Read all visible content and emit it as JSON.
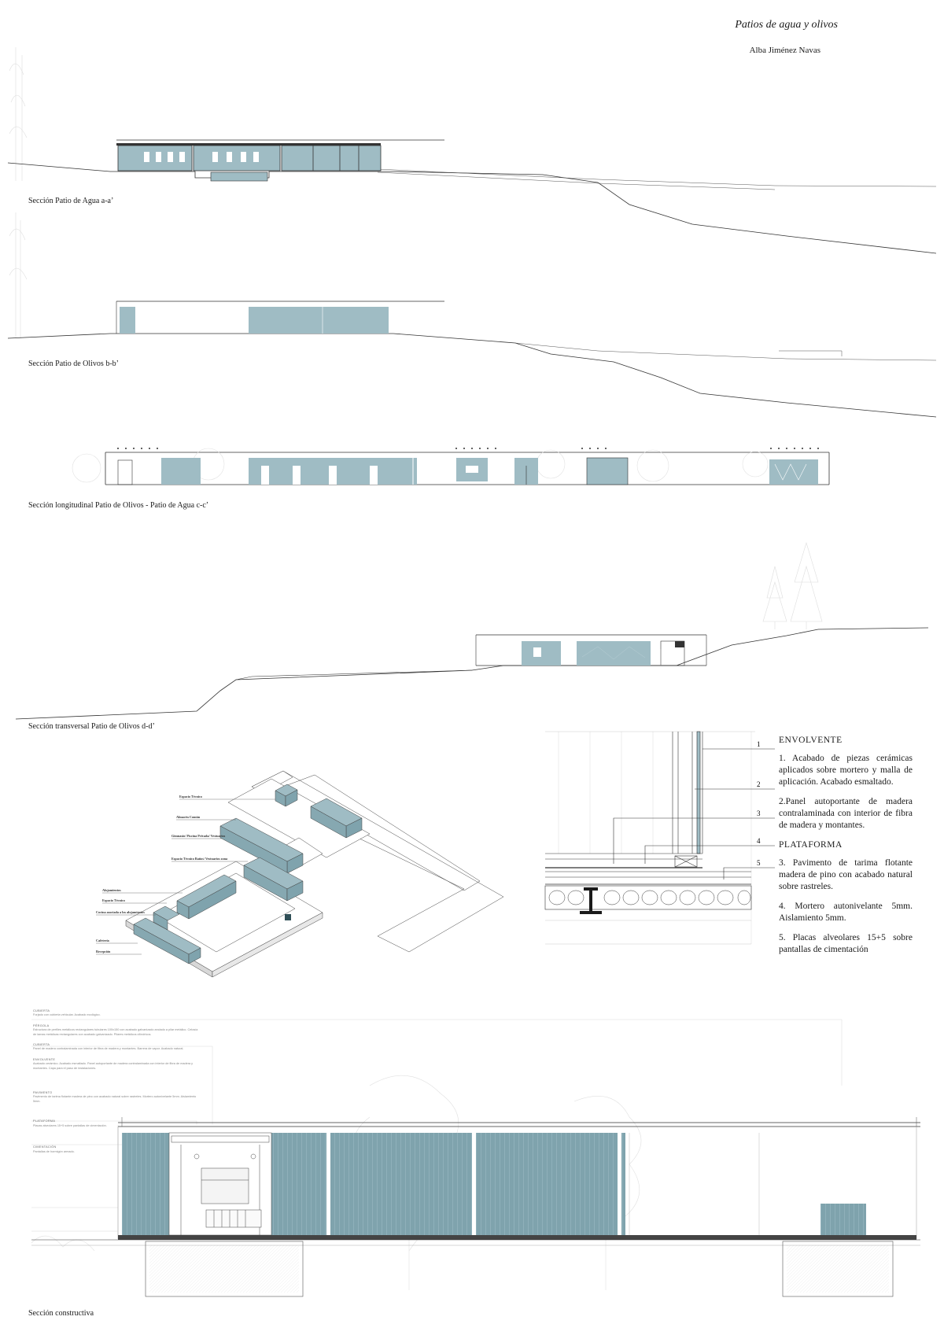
{
  "header": {
    "title": "Patios de agua y olivos",
    "author": "Alba Jiménez Navas"
  },
  "sections": [
    {
      "label": "Sección Patio de Agua a-a’"
    },
    {
      "label": "Sección Patio de Olivos b-b’"
    },
    {
      "label": "Sección longitudinal Patio de Olivos - Patio de Agua c-c’"
    },
    {
      "label": "Sección transversal Patio de Olivos d-d’"
    },
    {
      "label": "Sección constructiva"
    }
  ],
  "detail": {
    "numbers": [
      "1",
      "2",
      "3",
      "4",
      "5"
    ],
    "legend": {
      "envolvente_title": "ENVOLVENTE",
      "item1": "1. Acabado de piezas cerámicas aplicados sobre mortero y malla de aplicación. Acabado esmaltado.",
      "item2": "2.Panel autoportante de madera contralaminada con interior de fibra de madera y montantes.",
      "plataforma_title": "PLATAFORMA",
      "item3": "3. Pavimento de tarima flotante madera de pino con acabado natural sobre rastreles.",
      "item4": "4. Mortero autonivelante 5mm. Aislamiento 5mm.",
      "item5": "5. Placas alveolares 15+5 sobre pantallas de cimentación"
    }
  },
  "axonometric": {
    "labels": [
      "Espacio Técnico",
      "Almacén Común",
      "Gimnasio/ Piscina Privada/ Vestuarios",
      "Espacio Técnico Baños/ Vestuarios zona",
      "Alojamientos",
      "Espacio Técnico",
      "Cocina asociada a los alojamientos",
      "Cafetería",
      "Recepción"
    ]
  },
  "constructive_notes": {
    "cubierta_title": "CUBIERTA",
    "cubierta_text": "Forjado con cubierta vehicular. Acabado ecológico.",
    "pergola_title": "PÉRGOLA",
    "pergola_text": "Estructura de perfiles metálicos rectangulares tubulares 100x150 con acabado galvanizado anclado a pilar metálico. Celosía de lamas metálicas rectangulares con acabado galvanizado. Pilares metálicos cilíndricos.",
    "cubierta2_title": "CUBIERTA",
    "cubierta2_text": "Panel de madera contralaminada con interior de fibra de madera y montantes. Barrera de vapor. Acabado natural.",
    "envolvente_title": "ENVOLVENTE",
    "envolvente_text": "Acabado cerámico. Acabado esmaltado. Panel autoportante de madera contralaminada con interior de fibra de madera y montantes. Capa para el paso de instalaciones.",
    "pavimento_title": "PAVIMENTO",
    "pavimento_text": "Pavimento de tarima flotante madera de pino con acabado natural sobre rastreles. Mortero autonivelante 5mm. Aislamiento 5mm.",
    "plataforma_title": "PLATAFORMA",
    "plataforma_text": "Placas alveolares 15+5 sobre pantallas de cimentación.",
    "cimentacion_title": "CIMENTACIÓN",
    "cimentacion_text": "Pantallas de hormigón armado."
  },
  "colors": {
    "panel": "#9fbcc4",
    "panel_dark": "#7fa3ad",
    "line": "#2a2a2a",
    "faint": "#c9c9c9"
  }
}
